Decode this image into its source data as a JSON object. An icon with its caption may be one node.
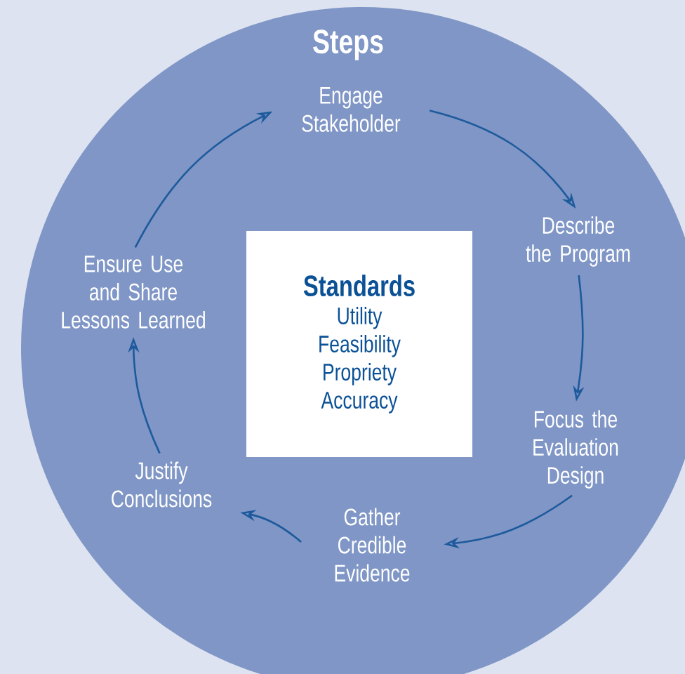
{
  "diagram": {
    "nodes": [
      {
        "text": [
          "Steps"
        ]
      },
      {
        "text": [
          "Engage Stakeholder"
        ],
        "in": 0
      },
      {
        "text": [
          "Describe the Program"
        ],
        "in": 0
      },
      {
        "text": [
          "Focus the Evaluation Design"
        ],
        "in": 0
      },
      {
        "text": [
          "Gather Credible Evidence"
        ],
        "in": 0
      },
      {
        "text": [
          "Justify Conclusions"
        ],
        "in": 0
      },
      {
        "text": [
          "Ensure Use and Share Lessons Learned"
        ],
        "in": 0
      },
      {
        "text": [
          "Standards",
          "Utility",
          "Feasibility",
          "Propriety",
          "Accuracy"
        ],
        "in": 0
      }
    ],
    "edges": [
      {
        "from": 1,
        "to": 2,
        "arrow": "to"
      },
      {
        "from": 2,
        "to": 3,
        "arrow": "to"
      },
      {
        "from": 3,
        "to": 4,
        "arrow": "to"
      },
      {
        "from": 4,
        "to": 5,
        "arrow": "to"
      },
      {
        "from": 5,
        "to": 6,
        "arrow": "to"
      },
      {
        "from": 6,
        "to": 1,
        "arrow": "to"
      }
    ]
  }
}
